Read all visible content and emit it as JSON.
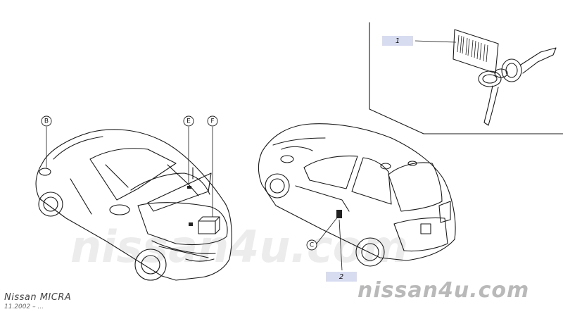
{
  "diagram": {
    "callouts": {
      "part_1": "1",
      "part_2": "2",
      "loc_B": "B",
      "loc_C": "C",
      "loc_E": "E",
      "loc_F": "F"
    }
  },
  "watermark": {
    "background_text": "nissan4u.com",
    "site": "nissan4u.com"
  },
  "footer": {
    "model": "Nissan MICRA",
    "date": "11.2002 – ..."
  }
}
